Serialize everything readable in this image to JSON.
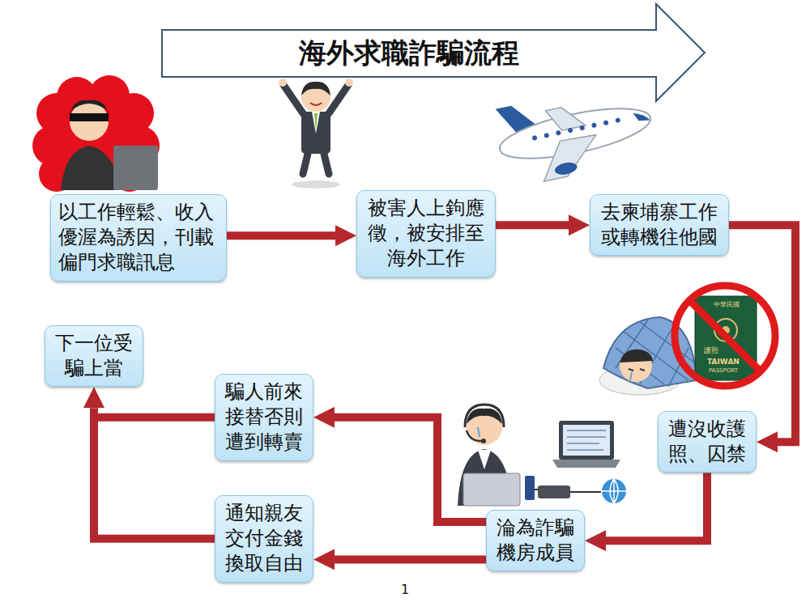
{
  "diagram": {
    "title": "海外求職詐騙流程",
    "nodes": [
      {
        "text": [
          "以工作輕鬆、收入優渥為誘因，刊載偏門求職訊息"
        ]
      },
      {
        "text": [
          "被害人上鉤應徵，被安排至海外工作"
        ]
      },
      {
        "text": [
          "去柬埔寨工作或轉機往他國"
        ]
      },
      {
        "text": [
          "遭沒收護照、囚禁"
        ]
      },
      {
        "text": [
          "淪為詐騙機房成員"
        ]
      },
      {
        "text": [
          "騙人前來接替否則遭到轉賣"
        ]
      },
      {
        "text": [
          "通知親友交付金錢換取自由"
        ]
      },
      {
        "text": [
          "下一位受騙上當"
        ]
      }
    ],
    "edges": [
      {
        "from": 0,
        "to": 1,
        "arrow": "to"
      },
      {
        "from": 1,
        "to": 2,
        "arrow": "to"
      },
      {
        "from": 2,
        "to": 3,
        "arrow": "to"
      },
      {
        "from": 3,
        "to": 4,
        "arrow": "to"
      },
      {
        "from": 4,
        "to": 5,
        "arrow": "to"
      },
      {
        "from": 4,
        "to": 6,
        "arrow": "to"
      },
      {
        "from": 5,
        "to": 7,
        "arrow": "to"
      },
      {
        "from": 6,
        "to": 7,
        "arrow": "to"
      }
    ],
    "labels": [
      "中華民國",
      "護照",
      "TAIWAN",
      "PASSPORT",
      "1"
    ]
  }
}
